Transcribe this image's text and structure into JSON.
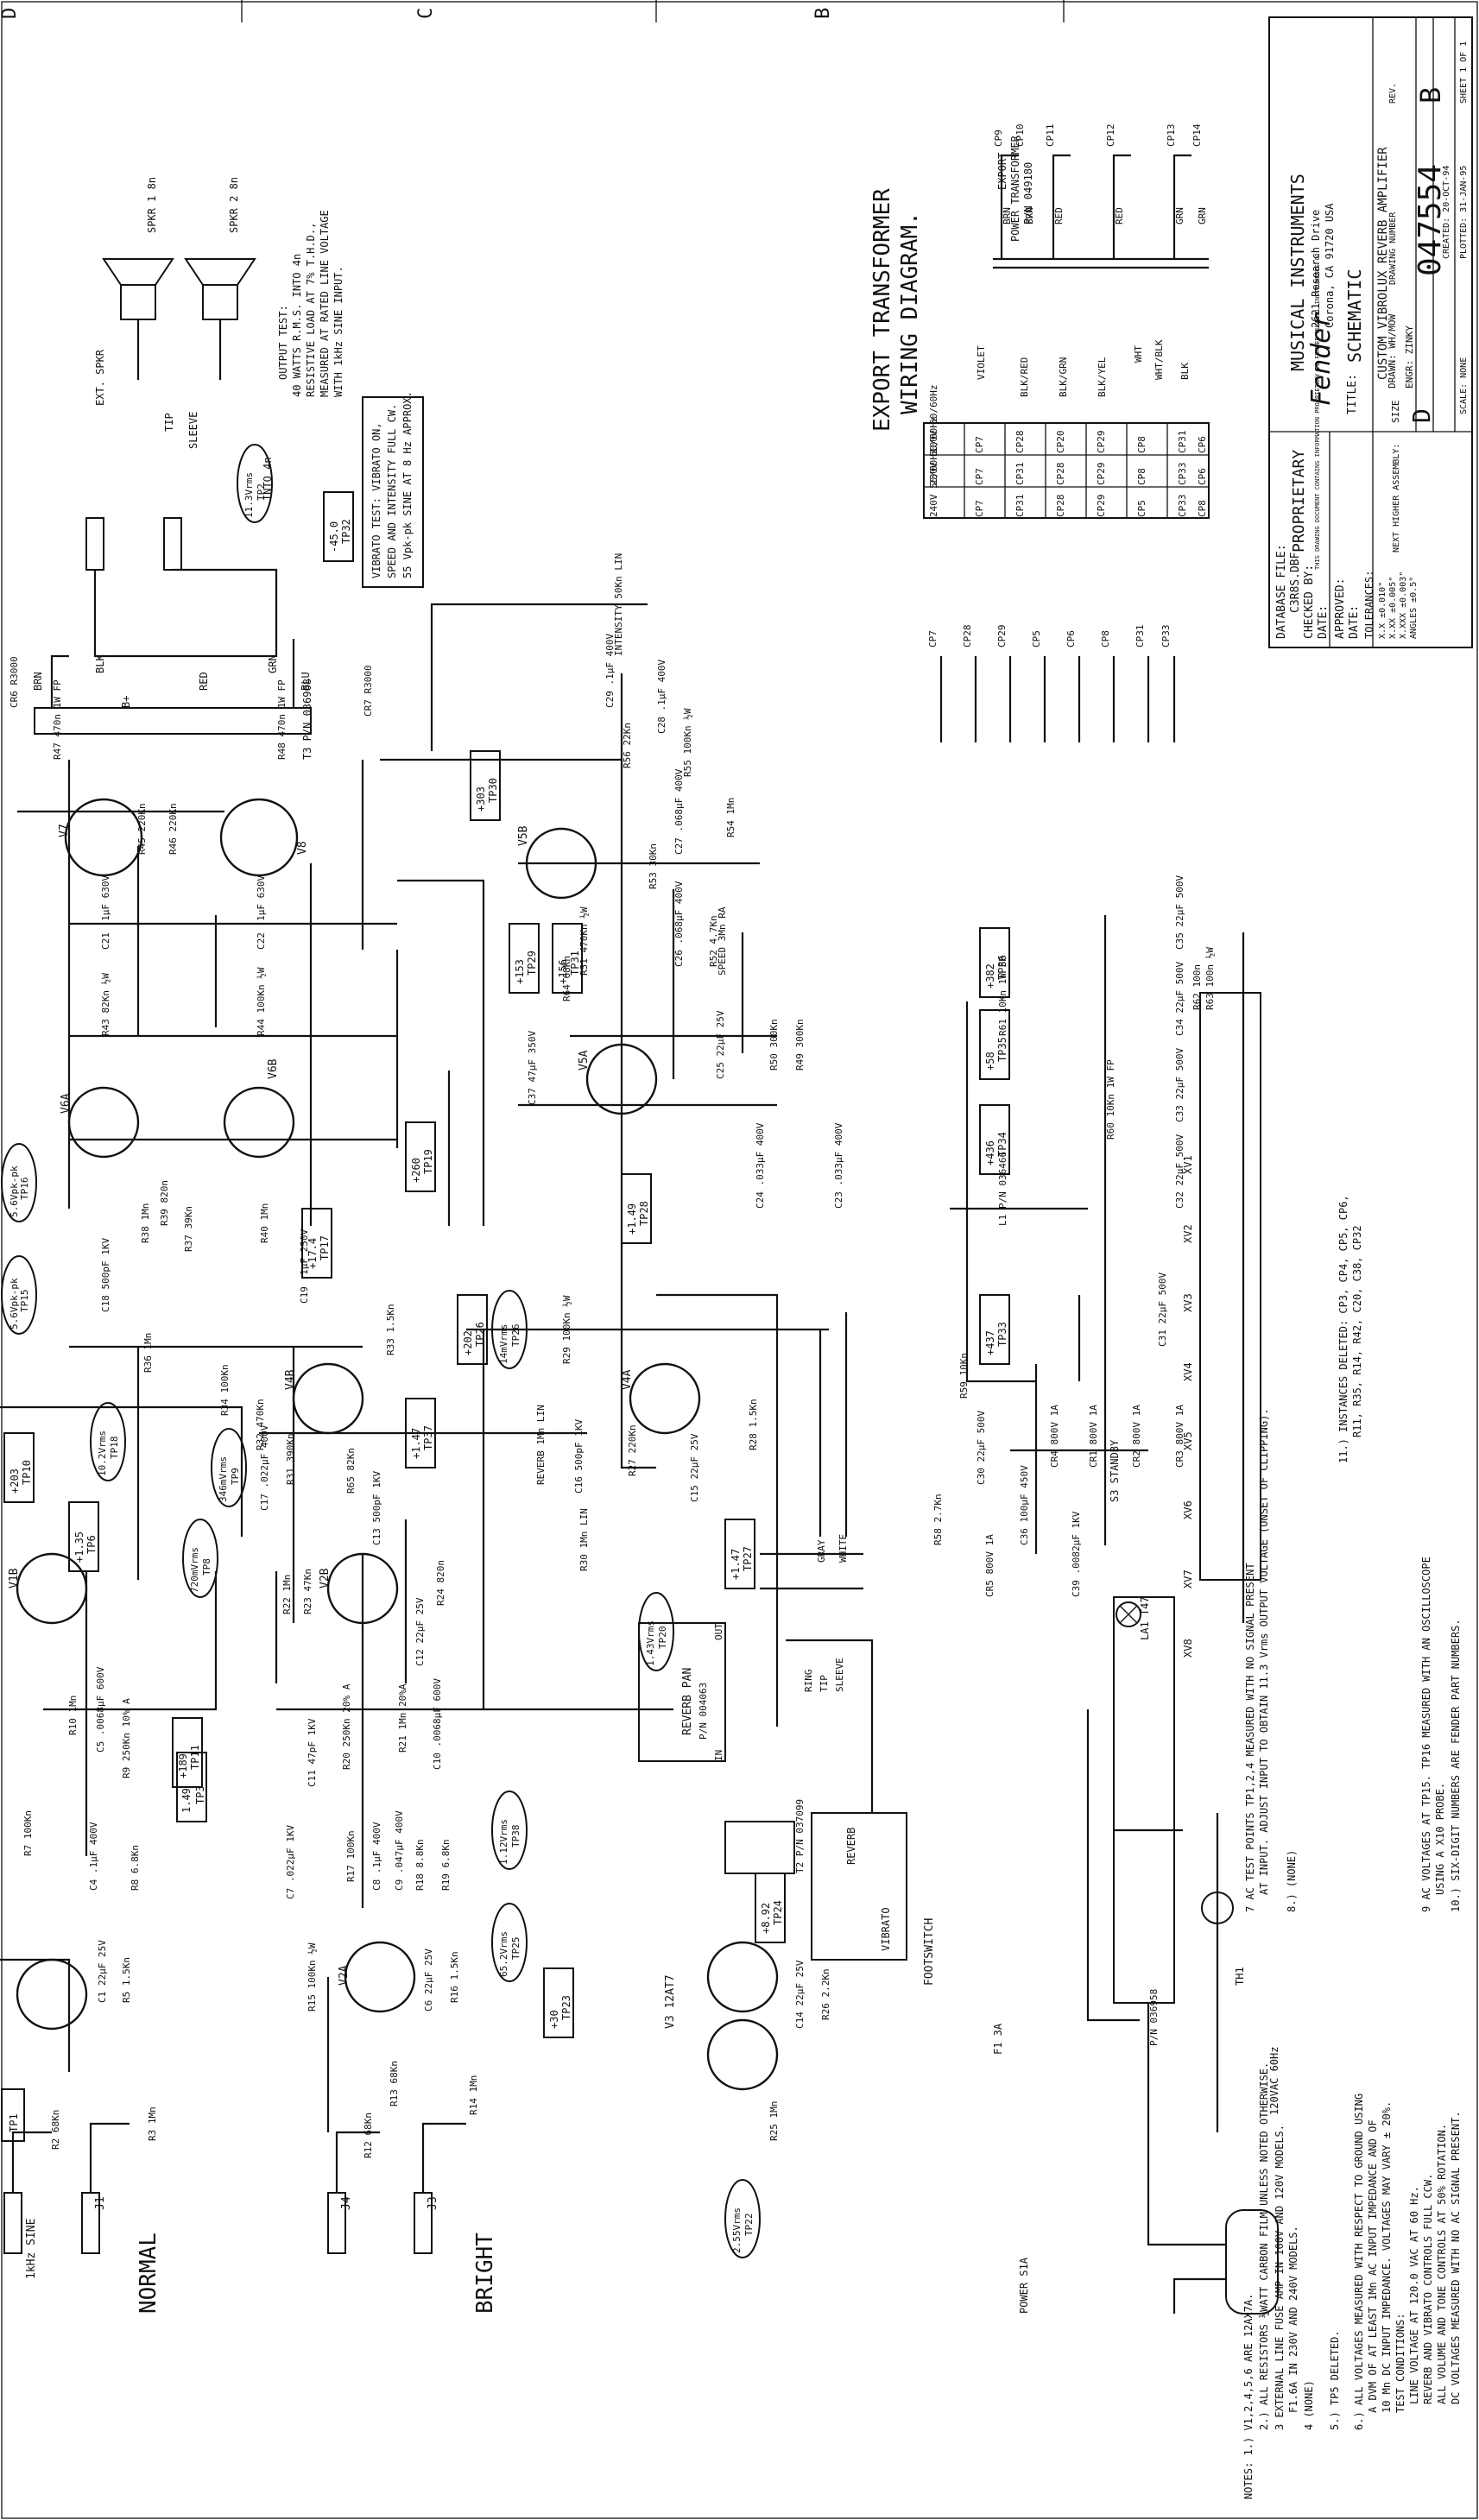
{
  "header": {
    "left_letter": "D",
    "middle_letter": "C",
    "right_letter": "B"
  },
  "notes": [
    "NOTES: 1.) V1,2,4,5,6 ARE 12AX7A.",
    "2.) ALL RESISTORS ½WATT CARBON FILM UNLESS NOTED OTHERWISE.",
    "3 EXTERNAL LINE FUSE AMP IN 100V AND 120V MODELS.",
    "F1.6A IN 230V AND 240V MODELS.",
    "4 (NONE)",
    "5.) TP5 DELETED.",
    "6.) ALL VOLTAGES MEASURED WITH RESPECT TO GROUND USING",
    "A DVM OF AT LEAST 1Mn AC INPUT IMPEDANCE AND OF",
    "10 Mn DC INPUT IMPEDANCE. VOLTAGES MAY VARY ± 20%.",
    "TEST CONDITIONS:",
    "LINE VOLTAGE AT 120.0 VAC AT 60 Hz.",
    "REVERB AND VIBRATO CONTROLS FULL CCW.",
    "ALL VOLUME AND TONE CONTROLS AT 50% ROTATION.",
    "DC VOLTAGES MEASURED WITH NO AC SIGNAL PRESENT.",
    "7 AC TEST POINTS TP1,2,4 MEASURED WITH NO SIGNAL PRESENT",
    "AT INPUT. ADJUST INPUT TO OBTAIN 11.3 Vrms OUTPUT VOLTAGE (ONSET OF CLIPPING).",
    "8.) (NONE)",
    "9 AC VOLTAGES AT TP15. TP16 MEASURED WITH AN OSCILLOSCOPE",
    "USING A X10 PROBE.",
    "10.) SIX-DIGIT NUMBERS ARE FENDER PART NUMBERS.",
    "11.) INSTANCES DELETED: CP3, CP4, CP5, CP6,",
    "R11, R35, R14, R42, C20, C38, CP32"
  ],
  "inputs": {
    "normal_label": "NORMAL",
    "bright_label": "BRIGHT",
    "sine_label": "1kHz SINE",
    "tp1": "TP1",
    "tp1_value": "1.49",
    "tp3": "TP3"
  },
  "tubes": [
    {
      "ref": "V1B"
    },
    {
      "ref": "V2B"
    },
    {
      "ref": "V2A"
    },
    {
      "ref": "V4B"
    },
    {
      "ref": "V4A"
    },
    {
      "ref": "V6A"
    },
    {
      "ref": "V6B"
    },
    {
      "ref": "V5A"
    },
    {
      "ref": "V5B"
    },
    {
      "ref": "V7"
    },
    {
      "ref": "V8"
    },
    {
      "ref": "V3 12AT7"
    }
  ],
  "test_points": [
    {
      "id": "TP6",
      "value": "+1.35"
    },
    {
      "id": "TP11",
      "value": "+189"
    },
    {
      "id": "TP10",
      "value": "+203"
    },
    {
      "id": "TP37",
      "value": "+1.47"
    },
    {
      "id": "TP17",
      "value": "+17.4"
    },
    {
      "id": "TP19",
      "value": "+260"
    },
    {
      "id": "TP26",
      "value": "+202"
    },
    {
      "id": "TP27",
      "value": "+1.47"
    },
    {
      "id": "TP29",
      "value": "+153"
    },
    {
      "id": "TP31",
      "value": "+156"
    },
    {
      "id": "TP28",
      "value": "+1.49"
    },
    {
      "id": "TP30",
      "value": "+303"
    },
    {
      "id": "TP32",
      "value": "-45.0"
    },
    {
      "id": "TP23",
      "value": "+30"
    },
    {
      "id": "TP24",
      "value": "+8.92"
    },
    {
      "id": "TP33",
      "value": "+437"
    },
    {
      "id": "TP34",
      "value": "+436"
    },
    {
      "id": "TP35",
      "value": "+58"
    },
    {
      "id": "TP36",
      "value": "+382"
    }
  ],
  "ac_points": [
    {
      "id": "TP15",
      "value": "5.6Vpk-pk"
    },
    {
      "id": "TP16",
      "value": "5.6Vpk-pk"
    },
    {
      "id": "TP9",
      "value": "346mVrms"
    },
    {
      "id": "TP18",
      "value": "10.2Vrms"
    },
    {
      "id": "TP8",
      "value": "720mVrms"
    },
    {
      "id": "TP26",
      "value": "14mVrms"
    },
    {
      "id": "TP38",
      "value": "1.12Vrms"
    },
    {
      "id": "TP25",
      "value": "65.2Vrms"
    },
    {
      "id": "TP22",
      "value": "2.55Vrms"
    },
    {
      "id": "TP2",
      "value": "11.3Vrms"
    },
    {
      "id": "TP20",
      "value": "1.43Vrms"
    }
  ],
  "components": {
    "left": [
      "R2 68Kn",
      "R3 1Mn",
      "C1 22µF 25V",
      "R5 1.5Kn",
      "C4 .1µF 400V",
      "R7 100Kn",
      "R8 6.8Kn",
      "C5 .0068µF 600V",
      "R9 250Kn 10% A",
      "R10 1Mn",
      "R12 68Kn",
      "R13 68Kn",
      "R14 1Mn",
      "C6 22µF 25V",
      "R15 100Kn ½W",
      "C7 .022µF 1KV",
      "C8 .1µF 400V",
      "R16 1.5Kn",
      "R17 100Kn",
      "R18 8.8Kn",
      "R19 6.8Kn",
      "C9 .047µF 400V",
      "R20 250Kn 20% A",
      "C10 .0068µF 600V",
      "C11 47pF 1KV",
      "R21 1Mn 20%A",
      "R22 1Mn",
      "R23 47Kn",
      "R24 820n",
      "C12 22µF 25V",
      "C13 500pF 1KV",
      "C17 .022µF 400V"
    ],
    "mid": [
      "R31 390Kn",
      "R32 470Kn",
      "R34 100Kn",
      "R33 1.5Kn",
      "R36 1Mn",
      "R37 39Kn",
      "R38 1Mn",
      "R39 820n",
      "R40 1Mn",
      "C18 500pF 1KV",
      "C19 .1µF 250V",
      "R43 82Kn ½W",
      "R44 100Kn ½W",
      "C21 .1µF 630V",
      "C22 .1µF 630V",
      "R45 220Kn",
      "R46 220Kn",
      "R29 100Kn ½W",
      "C16 500pF 1KV",
      "R27 220Kn",
      "R28 1.5Kn",
      "C15 22µF 25V",
      "R30 1Mn LIN",
      "R65 82Kn"
    ],
    "vibrato": [
      "R49 300Kn",
      "R50 300Kn",
      "C24 .033µF 400V",
      "C23 .033µF 400V",
      "C25 22µF 25V",
      "R52 4.7Kn",
      "C26 .068µF 400V",
      "R51 470Kn ½W",
      "R64 68Kn",
      "C37 47µF 350V",
      "R53 30Kn",
      "R54 1Mn",
      "C27 .068µF 400V",
      "R56 22Kn",
      "C28 .1µF 400V",
      "C29 .1µF 400V",
      "R55 100Kn ½W"
    ],
    "power": [
      "R47 470n 1W FP",
      "R48 470n 1W FP",
      "CR6 R3000",
      "CR7 R3000",
      "R58 2.7Kn",
      "C30 22µF 500V",
      "R59 10Kn",
      "C36 100µF 450V",
      "C39 .0082µF 1KV",
      "CR5 800V 1A",
      "CR1 800V 1A",
      "CR2 800V 1A",
      "CR3 800V 1A",
      "CR4 800V 1A",
      "C31 22µF 500V",
      "C32 22µF 500V",
      "C33 22µF 500V",
      "C34 22µF 500V",
      "C35 22µF 500V",
      "R60 10Kn 1W FP",
      "R61 10Kn 1W FP",
      "R62 100n",
      "R63 100n ½W",
      "L1 P/N 036466",
      "R25 1Mn",
      "R26 2.2Kn",
      "C14 22µF 25V"
    ]
  },
  "reverb": {
    "pan_label": "REVERB PAN",
    "pan_pn": "P/N 004063",
    "in_label": "IN",
    "out_label": "OUT",
    "transformer": "T2 P/N 037099",
    "control": "REVERB 1Mn LIN"
  },
  "output": {
    "transformer": "T3 P/N 036968",
    "speaker1": "SPKR 1 8n",
    "speaker2": "SPKR 2 8n",
    "ext_speaker": "EXT. SPKR",
    "tip": "TIP",
    "sleeve": "SLEEVE",
    "test_note_1": "OUTPUT TEST:",
    "test_note_2": "40 WATTS R.M.S. INTO 4n",
    "test_note_3": "RESISTIVE LOAD AT 7% T.H.D.,",
    "test_note_4": "MEASURED AT RATED LINE VOLTAGE",
    "test_note_5": "WITH 1kHz SINE INPUT.",
    "into_label": "INTO 4n",
    "vibrato_note_1": "VIBRATO TEST: VIBRATO ON,",
    "vibrato_note_2": "SPEED AND INTENSITY FULL CW.",
    "vibrato_note_3": "55 Vpk-pk SINE AT 8 Hz APPROX.",
    "intensity": "INTENSITY 50Kn LIN",
    "speed": "SPEED 3Mn RA",
    "wire_blk": "BLK",
    "wire_grn": "GRN",
    "wire_brn": "BRN",
    "wire_red": "RED",
    "wire_blu": "BLU",
    "bplus": "B+"
  },
  "export": {
    "title_1": "EXPORT TRANSFORMER",
    "title_2": "WIRING DIAGRAM.",
    "pt_label_1": "EXPORT",
    "pt_label_2": "POWER TRANSFORMER",
    "pt_label_3": "P/N 049180",
    "table_headers": [
      "100V 50/60Hz",
      "230V 50/60Hz",
      "240V 50/60Hz"
    ],
    "table_rows": [
      [
        "CP7",
        "CP7",
        "CP7"
      ],
      [
        "CP28",
        "CP31",
        "CP31"
      ],
      [
        "CP20",
        "CP28",
        "CP28"
      ],
      [
        "CP29",
        "CP29",
        "CP29"
      ],
      [
        "CP8",
        "CP8",
        "CP5"
      ],
      [
        "CP31",
        "CP33",
        "CP33"
      ],
      [
        "CP6",
        "CP6",
        "CP8"
      ]
    ],
    "left_terminals": [
      "CP7",
      "CP28",
      "CP29",
      "CP5",
      "CP6",
      "CP8",
      "CP31",
      "CP33"
    ],
    "right_terminals": [
      "CP9",
      "CP10",
      "CP11",
      "CP12",
      "CP13",
      "CP14"
    ],
    "wire_colors": [
      "VIOLET",
      "BLK/RED",
      "BLK/GRN",
      "BLK/YEL",
      "WHT",
      "WHT/BLK",
      "BLK",
      "BRN",
      "BRN",
      "RED",
      "RED",
      "GRN",
      "GRN"
    ]
  },
  "power_supply": {
    "mains": "120VAC 60Hz",
    "power_switch": "POWER S1A",
    "fuse": "F1 3A",
    "standby": "S3 STANDBY",
    "lamp": "LA1 T47",
    "thermistor": "TH1",
    "pt_pn": "P/N 036958",
    "footswitch": "FOOTSWITCH",
    "fs_reverb": "REVERB",
    "fs_vibrato": "VIBRATO",
    "jack_ring": "RING",
    "jack_tip": "TIP",
    "jack_sleeve": "SLEEVE",
    "gray": "GRAY",
    "white": "WHITE",
    "sockets": [
      "XV1",
      "XV2",
      "XV3",
      "XV4",
      "XV5",
      "XV6",
      "XV7",
      "XV8"
    ]
  },
  "title_block": {
    "database_label": "DATABASE FILE:",
    "database_value": "C3R8S.DBF",
    "checked_by": "CHECKED BY:",
    "date_label": "DATE:",
    "approved_label": "APPROVED:",
    "tolerances": "TOLERANCES:",
    "tol_values": [
      "X.X ±0.010\"",
      "X.XX ±0.005\"",
      "X.XXX ±0.003\"",
      "ANGLES ±0.5°"
    ],
    "proprietary": "PROPRIETARY",
    "proprietary_text": "THIS DRAWING DOCUMENT CONTAINS INFORMATION PROPRIETARY TO FENDER MUSICAL INSTRUMENTS CO.",
    "next_assembly": "NEXT HIGHER ASSEMBLY:",
    "company": "MUSICAL INSTRUMENTS",
    "address_1": "2621 Research Drive",
    "address_2": "Corona, CA 91720 USA",
    "title_label": "TITLE:",
    "title_1": "SCHEMATIC",
    "title_2": "CUSTOM VIBROLUX REVERB AMPLIFIER",
    "size_label": "SIZE",
    "size_value": "D",
    "drawn": "DRAWN: WH/MOW",
    "engr": "ENGR: ZINKY",
    "drawing_number_label": "DRAWING NUMBER",
    "drawing_number": "047554",
    "rev_label": "REV.",
    "rev_value": "B",
    "created": "CREATED: 20-OCT-94",
    "plotted": "PLOTTED: 31-JAN-95",
    "sheet": "SHEET 1 OF 1",
    "scale": "SCALE: NONE"
  }
}
